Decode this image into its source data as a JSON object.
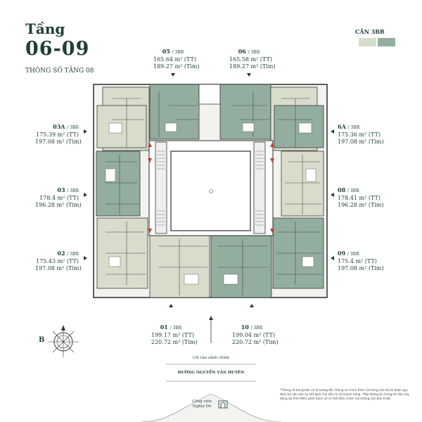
{
  "header": {
    "title_word": "Tầng",
    "title_floors": "06-09",
    "subtitle": "THÔNG SỐ TẦNG 08"
  },
  "legend": {
    "label": "CĂN 3BR",
    "colors": [
      "#d8dccb",
      "#93ad9e"
    ]
  },
  "units": {
    "u05": {
      "name": "05",
      "type": "/ 3BR",
      "tt": "165.64 m² (TT)",
      "tim": "189.27 m² (Tim)"
    },
    "u06": {
      "name": "06",
      "type": "/ 3BR",
      "tt": "165.58 m² (TT)",
      "tim": "189.27 m² (Tim)"
    },
    "u03a": {
      "name": "03A",
      "type": "/ 3BR",
      "tt": "175.39 m² (TT)",
      "tim": "197.08 m² (Tim)"
    },
    "u6a": {
      "name": "6A",
      "type": "/ 3BR",
      "tt": "175.36 m² (TT)",
      "tim": "197.08 m² (Tim)"
    },
    "u03": {
      "name": "03",
      "type": "/ 3BR",
      "tt": "178.4 m² (TT)",
      "tim": "196.28 m² (Tim)"
    },
    "u08": {
      "name": "08",
      "type": "/ 3BR",
      "tt": "178.41 m² (TT)",
      "tim": "196.28 m² (Tim)"
    },
    "u02": {
      "name": "02",
      "type": "/ 3BR",
      "tt": "175.43 m² (TT)",
      "tim": "197.08 m² (Tim)"
    },
    "u09": {
      "name": "09",
      "type": "/ 3BR",
      "tt": "175.4 m² (TT)",
      "tim": "197.08 m² (Tim)"
    },
    "u01": {
      "name": "01",
      "type": "/ 3BR",
      "tt": "199.17 m² (TT)",
      "tim": "220.72 m² (Tim)"
    },
    "u10": {
      "name": "10",
      "type": "/ 3BR",
      "tt": "199.04 m² (TT)",
      "tim": "220.72 m² (Tim)"
    }
  },
  "compass": {
    "letter": "B"
  },
  "site": {
    "entrance": "Lối vào sảnh chính",
    "street": "ĐƯỜNG NGUYỄN VĂN HUYÊN",
    "park": "Công viên\nNghĩa Đô"
  },
  "note": "*Thông số trong bản vẽ là tương đối, thông số chính thức của từng căn hộ sẽ được quy định tại văn bản ký kết giữa chủ đầu tư và khách hàng. *Mọi thông tin trong tài liệu này đúng tại thời điểm phát hành và có thể điều chỉnh mà không cần báo trước."
}
